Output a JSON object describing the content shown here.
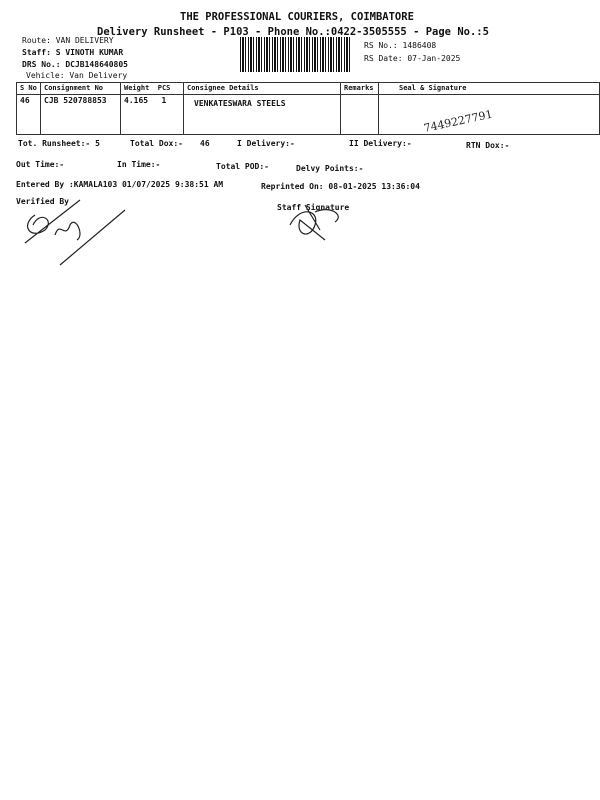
{
  "header": {
    "company": "THE PROFESSIONAL COURIERS, COIMBATORE",
    "subtitle": "Delivery Runsheet - P103 - Phone No.:0422-3505555 - Page No.:5",
    "route": "Route: VAN DELIVERY",
    "staff": "Staff: S VINOTH KUMAR",
    "drs": "DRS No.: DCJB148640805",
    "vehicle": "Vehicle: Van Delivery",
    "rs_no": "RS No.: 1486408",
    "rs_date": "RS Date: 07-Jan-2025"
  },
  "table": {
    "columns": [
      "S No",
      "Consignment No",
      "Weight",
      "PCS",
      "Consignee Details",
      "Remarks",
      "Seal & Signature"
    ],
    "rows": [
      {
        "sno": "46",
        "consignment": "CJB 520788853",
        "weight": "4.165",
        "pcs": "1",
        "consignee": "VENKATESWARA STEELS",
        "remarks": "",
        "signature_note": "7449227791"
      }
    ]
  },
  "summary": {
    "tot_runsheet": "Tot. Runsheet:- 5",
    "total_dox": "Total Dox:-",
    "total_dox_value": "46",
    "i_delivery": "I Delivery:-",
    "ii_delivery": "II Delivery:-",
    "rtn_dox": "RTN Dox:-",
    "out_time": "Out Time:-",
    "in_time": "In Time:-",
    "total_pod": "Total POD:-",
    "delvy_points": "Delvy Points:-"
  },
  "footer": {
    "entered_by": "Entered By :KAMALA103 01/07/2025 9:38:51 AM",
    "reprinted_on": "Reprinted On: 08-01-2025 13:36:04",
    "verified_by": "Verified By",
    "staff_signature": "Staff Signature"
  }
}
